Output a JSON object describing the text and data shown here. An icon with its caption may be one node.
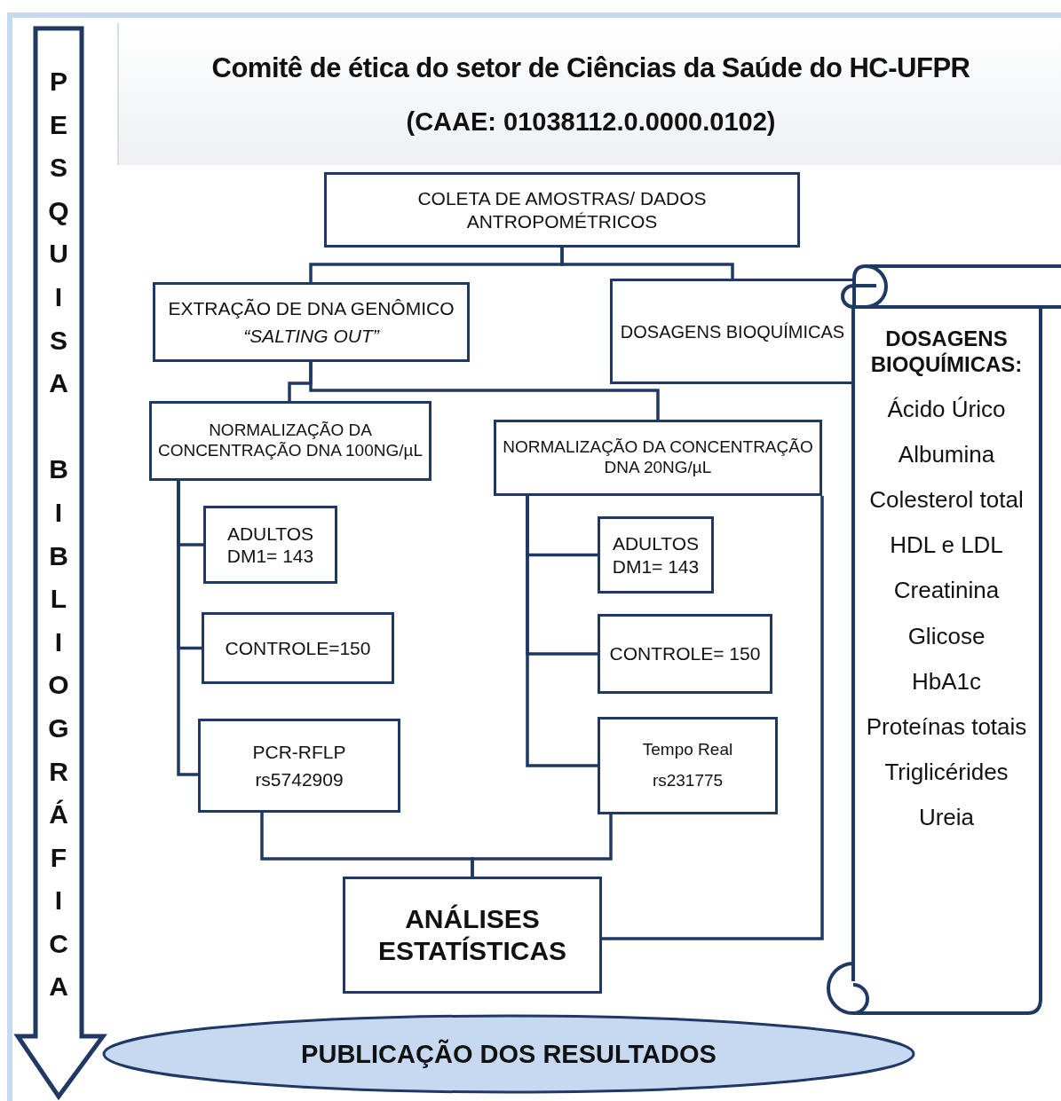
{
  "diagram": {
    "title": "Comitê de ética do setor de Ciências da Saúde do HC-UFPR",
    "nodes": [
      {
        "text": [
          "PESQUISA BIBLIOGRÁFICA"
        ]
      },
      {
        "text": [
          "COLETA DE AMOSTRAS/ DADOS ANTROPOMÉTRICOS"
        ]
      },
      {
        "text": [
          "EXTRAÇÃO DE DNA GENÔMICO",
          "“SALTING OUT”"
        ]
      },
      {
        "text": [
          "DOSAGENS BIOQUÍMICAS"
        ]
      },
      {
        "text": [
          "NORMALIZAÇÃO DA CONCENTRAÇÃO DNA 100NG/µL"
        ]
      },
      {
        "text": [
          "NORMALIZAÇÃO DA CONCENTRAÇÃO DNA 20NG/µL"
        ]
      },
      {
        "text": [
          "ADULTOS DM1= 143"
        ]
      },
      {
        "text": [
          "CONTROLE=150"
        ]
      },
      {
        "text": [
          "PCR-RFLP",
          "rs5742909"
        ]
      },
      {
        "text": [
          "ADULTOS DM1= 143"
        ]
      },
      {
        "text": [
          "CONTROLE= 150"
        ]
      },
      {
        "text": [
          "Tempo Real",
          "rs231775"
        ]
      },
      {
        "text": [
          "ANÁLISES ESTATÍSTICAS"
        ]
      },
      {
        "text": [
          "DOSAGENS BIOQUÍMICAS:",
          "Ácido Úrico",
          "Albumina",
          "Colesterol total",
          "HDL e LDL",
          "Creatinina",
          "Glicose",
          "HbA1c",
          "Proteínas totais",
          "Triglicérides",
          "Ureia"
        ]
      },
      {
        "text": [
          "PUBLICAÇÃO DOS RESULTADOS"
        ]
      }
    ],
    "edges": [
      {
        "from": 1,
        "to": 2,
        "arrow": "none"
      },
      {
        "from": 1,
        "to": 3,
        "arrow": "none"
      },
      {
        "from": 2,
        "to": 4,
        "arrow": "none"
      },
      {
        "from": 2,
        "to": 5,
        "arrow": "none"
      },
      {
        "from": 4,
        "to": 6,
        "arrow": "none"
      },
      {
        "from": 4,
        "to": 7,
        "arrow": "none"
      },
      {
        "from": 4,
        "to": 8,
        "arrow": "none"
      },
      {
        "from": 5,
        "to": 9,
        "arrow": "none"
      },
      {
        "from": 5,
        "to": 10,
        "arrow": "none"
      },
      {
        "from": 5,
        "to": 11,
        "arrow": "none"
      },
      {
        "from": 8,
        "to": 12,
        "arrow": "none"
      },
      {
        "from": 11,
        "to": 12,
        "arrow": "none"
      },
      {
        "from": 5,
        "to": 12,
        "arrow": "none"
      }
    ],
    "labels": [
      "(CAAE: 01038112.0.0000.0102)"
    ]
  }
}
